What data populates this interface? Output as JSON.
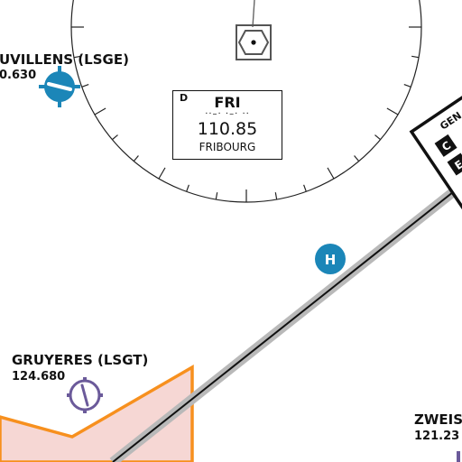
{
  "airports": {
    "ecuvillens": {
      "name": "UVILLENS (LSGE)",
      "freq": "0.630"
    },
    "gruyeres": {
      "name": "GRUYERES (LSGT)",
      "freq": "124.680"
    },
    "zweisimmen": {
      "name": "ZWEIS",
      "freq": "121.23"
    }
  },
  "vor": {
    "class": "D",
    "ident": "FRI",
    "morse": "··–· ·–· ··",
    "freq": "110.85",
    "name": "FRIBOURG"
  },
  "heliport": {
    "symbol": "H"
  },
  "reporting_box": {
    "title": "GEN",
    "points": [
      "C",
      "E"
    ]
  },
  "colors": {
    "airport_blue": "#1b86b8",
    "airspace_orange": "#f7901e",
    "airspace_fill": "#f3c9c6",
    "gruyeres_purple": "#6b5a9a",
    "route_gray": "#b9b9b9"
  }
}
